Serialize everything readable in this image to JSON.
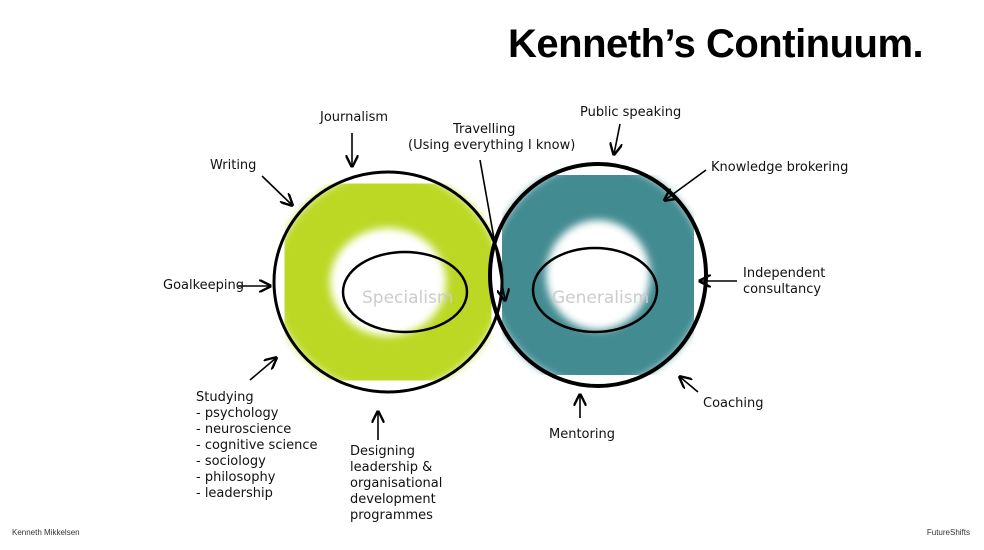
{
  "title": "Kenneth’s Continuum.",
  "center_labels": {
    "left": "Specialism",
    "right": "Generalism"
  },
  "labels": {
    "journalism": "Journalism",
    "writing": "Writing",
    "goalkeeping": "Goalkeeping",
    "travelling": "Travelling",
    "travelling_sub": "(Using everything I know)",
    "public_speaking": "Public speaking",
    "knowledge_brokering": "Knowledge brokering",
    "independent_consultancy": [
      "Independent",
      "consultancy"
    ],
    "coaching": "Coaching",
    "mentoring": "Mentoring",
    "designing": [
      "Designing",
      "leadership &",
      "organisational",
      "development",
      "programmes"
    ],
    "studying": [
      "Studying",
      "- psychology",
      "- neuroscience",
      "- cognitive science",
      "- sociology",
      "- philosophy",
      "- leadership"
    ]
  },
  "footer": {
    "left": "Kenneth Mikkelsen",
    "right": "FutureShifts"
  },
  "colors": {
    "specialism": "#b5d40f",
    "generalism": "#2e7f86",
    "outline": "#000000"
  }
}
